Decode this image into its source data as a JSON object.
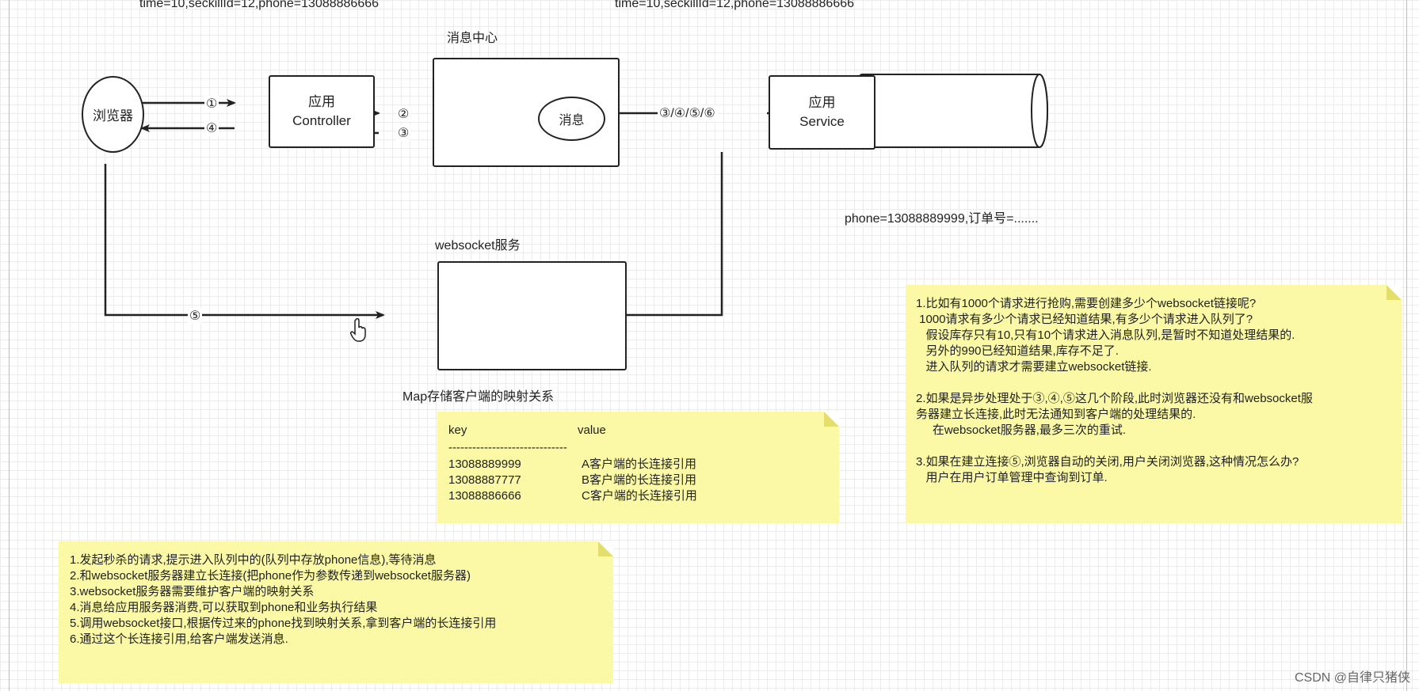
{
  "top_labels": {
    "left": "time=10,seckillId=12,phone=13088886666",
    "right": "time=10,seckillId=12,phone=13088886666"
  },
  "nodes": {
    "browser": "浏览器",
    "controller": [
      "应用",
      "Controller"
    ],
    "mq_title": "消息中心",
    "message": "消息",
    "service": [
      "应用",
      "Service"
    ],
    "websocket_title": "websocket服务",
    "map_caption": "Map存储客户端的映射关系"
  },
  "steps": {
    "s1": "①",
    "s4": "④",
    "s2": "②",
    "s3": "③",
    "s3456": "③/④/⑤/⑥",
    "s5": "⑤"
  },
  "service_note": "phone=13088889999,订单号=.......",
  "map_note": {
    "headers": [
      "key",
      "value"
    ],
    "divider": "------------------------------",
    "rows": [
      [
        "13088889999",
        "A客户端的长连接引用"
      ],
      [
        "13088887777",
        "B客户端的长连接引用"
      ],
      [
        "13088886666",
        "C客户端的长连接引用"
      ]
    ]
  },
  "steps_note": [
    "1.发起秒杀的请求,提示进入队列中的(队列中存放phone信息),等待消息",
    "2.和websocket服务器建立长连接(把phone作为参数传递到websocket服务器)",
    "3.websocket服务器需要维护客户端的映射关系",
    "4.消息给应用服务器消费,可以获取到phone和业务执行结果",
    "5.调用websocket接口,根据传过来的phone找到映射关系,拿到客户端的长连接引用",
    "6.通过这个长连接引用,给客户端发送消息."
  ],
  "question_note": [
    "1.比如有1000个请求进行抢购,需要创建多少个websocket链接呢?",
    " 1000请求有多少个请求已经知道结果,有多少个请求进入队列了?",
    "   假设库存只有10,只有10个请求进入消息队列,是暂时不知道处理结果的.",
    "   另外的990已经知道结果,库存不足了.",
    "   进入队列的请求才需要建立websocket链接.",
    "",
    "2.如果是异步处理处于③,④,⑤这几个阶段,此时浏览器还没有和websocket服",
    "务器建立长连接,此时无法通知到客户端的处理结果的.",
    "     在websocket服务器,最多三次的重试.",
    "",
    "3.如果在建立连接⑤,浏览器自动的关闭,用户关闭浏览器,这种情况怎么办?",
    "   用户在用户订单管理中查询到订单."
  ],
  "watermark": "CSDN @自律只猪侠"
}
